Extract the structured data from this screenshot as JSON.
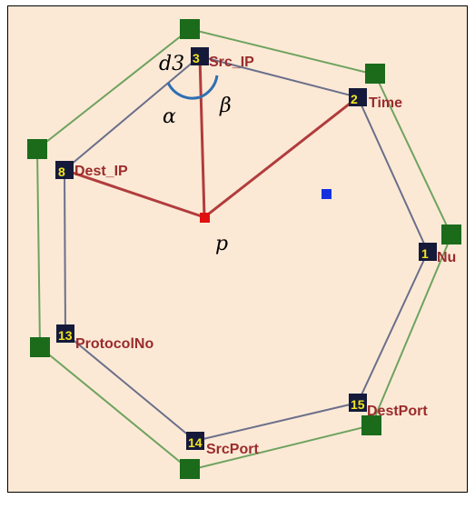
{
  "diagram": {
    "colors": {
      "background": "#fbe9d6",
      "outer_polygon": "#6fa35e",
      "inner_polygon": "#6b6f8a",
      "anchor_node": "#1b6b1b",
      "dimension_node": "#151a3a",
      "connector": "#b13c3c",
      "point_p": "#e01010",
      "marker": "#1431e0",
      "angle_arc": "#2f6fb3",
      "label": "#9b2b2b",
      "number": "#f1e51e"
    },
    "dimensions": [
      {
        "num": "3",
        "label": "Src_IP"
      },
      {
        "num": "2",
        "label": "Time"
      },
      {
        "num": "1",
        "label": "Nu"
      },
      {
        "num": "15",
        "label": "DestPort"
      },
      {
        "num": "14",
        "label": "SrcPort"
      },
      {
        "num": "13",
        "label": "ProtocolNo"
      },
      {
        "num": "8",
        "label": "Dest_IP"
      }
    ],
    "annotations": {
      "d3": "d3",
      "alpha": "α",
      "beta": "β",
      "p": "p"
    }
  }
}
